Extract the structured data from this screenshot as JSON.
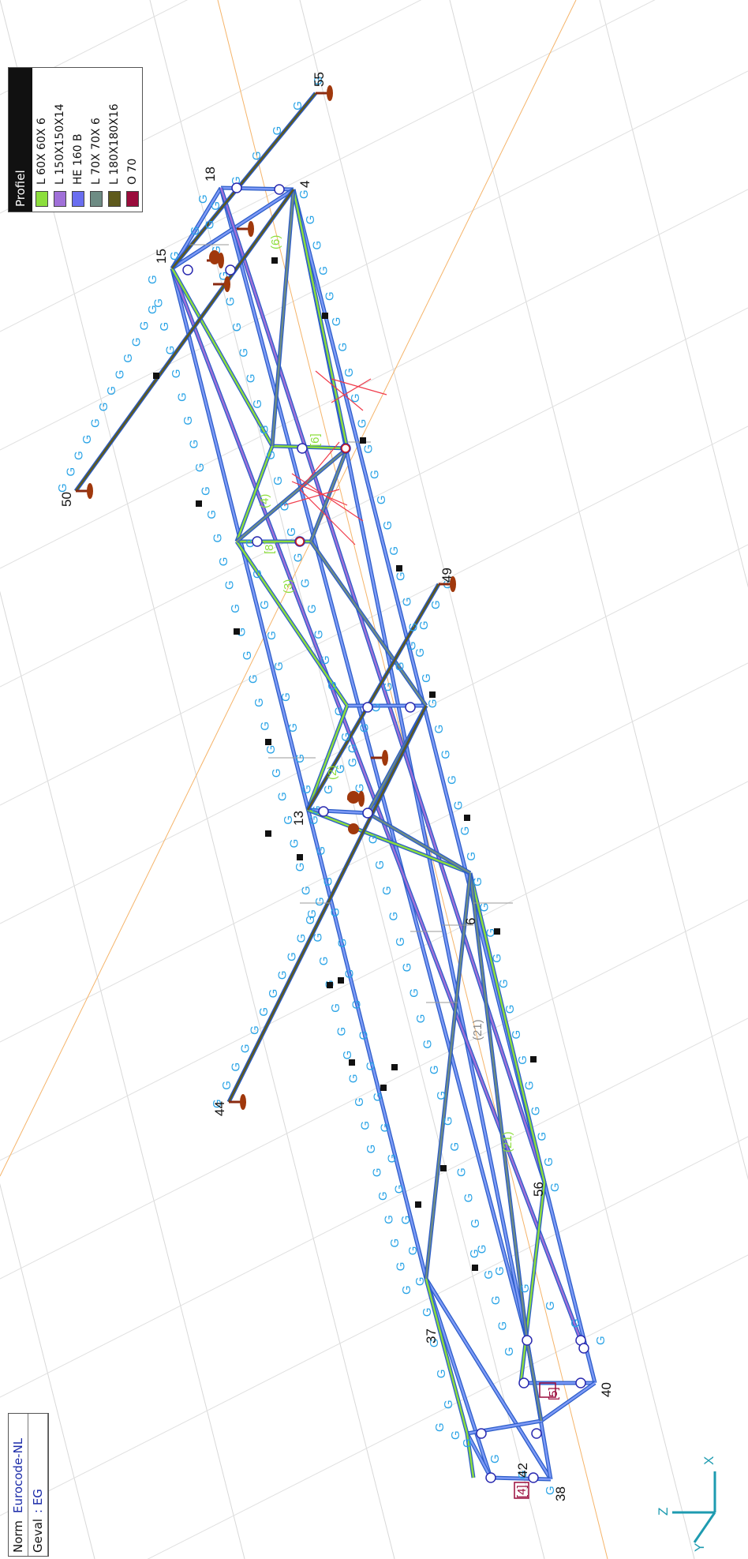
{
  "legend": {
    "title": "Profiel",
    "items": [
      {
        "label": "L  60X 60X 6",
        "color": "#8cde3c"
      },
      {
        "label": "L 150X150X14",
        "color": "#a070d8"
      },
      {
        "label": "HE  160 B",
        "color": "#6a6ef0"
      },
      {
        "label": "L  70X 70X 6",
        "color": "#6e8c84"
      },
      {
        "label": "L 180X180X16",
        "color": "#5e5a1c"
      },
      {
        "label": "O 70",
        "color": "#9a0c3c"
      }
    ]
  },
  "info": {
    "norm_key": "Norm",
    "norm_value": "Eurocode-NL",
    "case_key": "Geval",
    "case_value": ": EG"
  },
  "axes": {
    "z": "Z",
    "x": "X",
    "y": "Y"
  },
  "node_labels": [
    "55",
    "18",
    "4",
    "15",
    "50",
    "49",
    "13",
    "6",
    "44",
    "56",
    "37",
    "40",
    "42",
    "38"
  ],
  "member_labels": [
    "(6)",
    "[6]",
    "(4)",
    "[8]",
    "(3)",
    "(2)",
    "(21)",
    "(21)",
    "[5]",
    "[4]"
  ]
}
